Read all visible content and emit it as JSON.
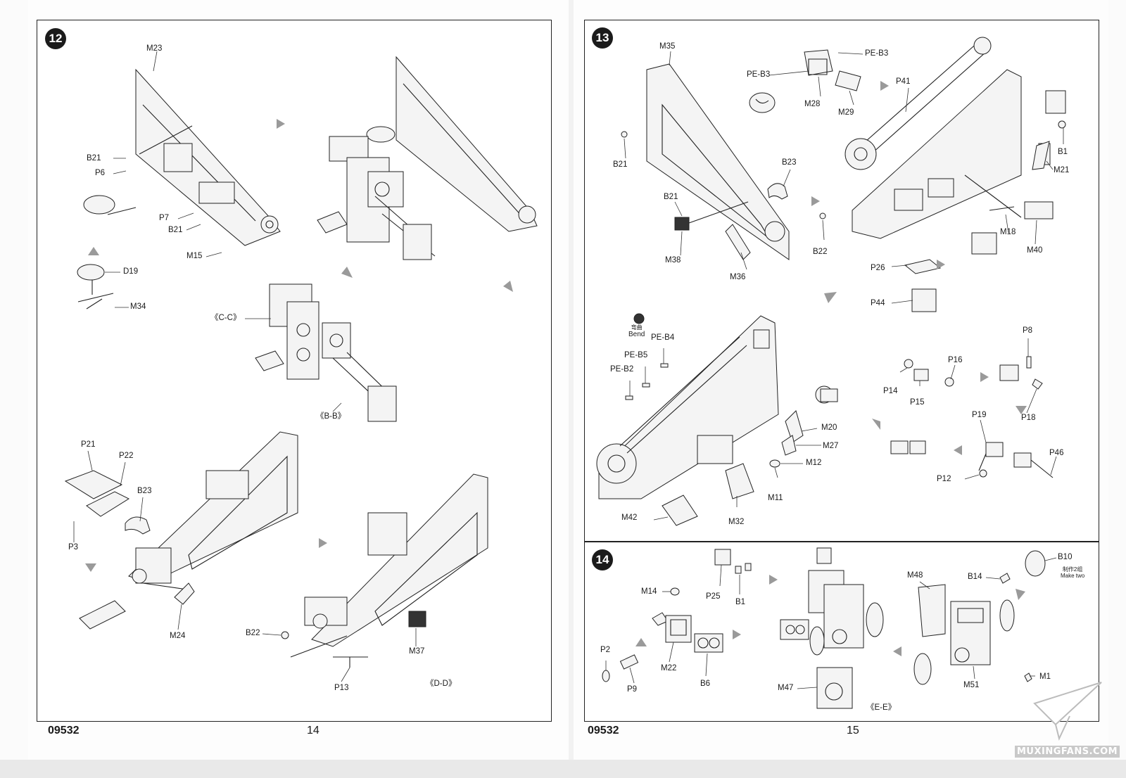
{
  "pages": {
    "left": {
      "code": "09532",
      "page_number": "14",
      "step": {
        "number": "12",
        "labels": [
          "M23",
          "B21",
          "P6",
          "P7",
          "B21",
          "M15",
          "D19",
          "M34",
          "《C-C》",
          "《B-B》",
          "P21",
          "P22",
          "B23",
          "P3",
          "M24",
          "B22",
          "M37",
          "P13",
          "《D-D》"
        ]
      }
    },
    "right": {
      "code": "09532",
      "page_number": "15",
      "step13": {
        "number": "13",
        "labels": [
          "M35",
          "PE-B3",
          "PE-B3",
          "M28",
          "M29",
          "P41",
          "B21",
          "B23",
          "B21",
          "M38",
          "M36",
          "B22",
          "B1",
          "M21",
          "M18",
          "M40",
          "P26",
          "P44",
          "PE-B4",
          "PE-B5",
          "PE-B2",
          "M20",
          "M27",
          "M12",
          "M11",
          "M42",
          "M32",
          "P8",
          "P16",
          "P14",
          "P15",
          "P18",
          "P19",
          "P46",
          "P12"
        ],
        "bend": {
          "cn": "弯曲",
          "en": "Bend"
        }
      },
      "step14": {
        "number": "14",
        "labels": [
          "M14",
          "P25",
          "B1",
          "M48",
          "B14",
          "B10",
          "M22",
          "P2",
          "P9",
          "B6",
          "M47",
          "M1",
          "M51",
          "《E-E》"
        ],
        "make_two": {
          "cn": "制作2组",
          "en": "Make two"
        }
      }
    }
  },
  "watermark": "MUXINGFANS.COM"
}
